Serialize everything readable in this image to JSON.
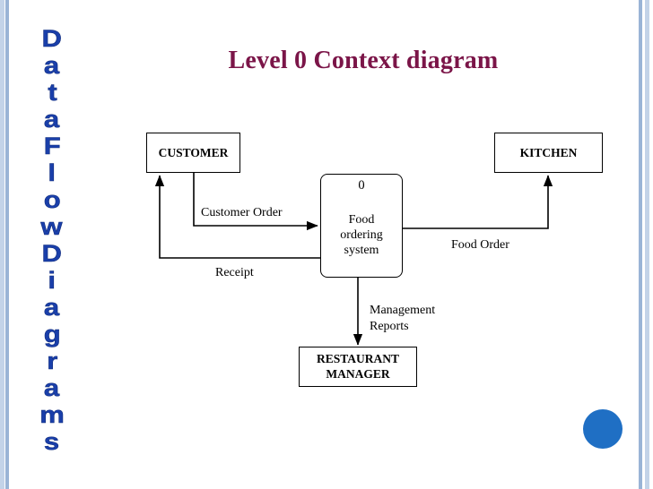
{
  "slide": {
    "title": "Level 0 Context diagram",
    "side_title_letters": [
      "D",
      "a",
      "t",
      "a",
      "F",
      "l",
      "o",
      "w",
      "D",
      "i",
      "a",
      "g",
      "r",
      "a",
      "m",
      "s"
    ],
    "side_title_text": "Data Flow Diagrams",
    "title_color": "#7b1548",
    "side_title_color": "#1a3faa",
    "accent_circle_color": "#1f6fc4",
    "border_bar_colors": [
      "#c3d3e8",
      "#9ab4d6"
    ]
  },
  "diagram": {
    "type": "data-flow-diagram",
    "entities": [
      {
        "id": "customer",
        "label": "CUSTOMER"
      },
      {
        "id": "kitchen",
        "label": "KITCHEN"
      },
      {
        "id": "manager",
        "label": "RESTAURANT\nMANAGER"
      }
    ],
    "process": {
      "number": "0",
      "name": "Food\nordering\nsystem"
    },
    "flows": [
      {
        "id": "customer-order",
        "label": "Customer Order",
        "from": "customer",
        "to": "process"
      },
      {
        "id": "receipt",
        "label": "Receipt",
        "from": "process",
        "to": "customer"
      },
      {
        "id": "food-order",
        "label": "Food Order",
        "from": "process",
        "to": "kitchen"
      },
      {
        "id": "management-reports",
        "label": "Management\nReports",
        "from": "process",
        "to": "manager"
      }
    ]
  }
}
